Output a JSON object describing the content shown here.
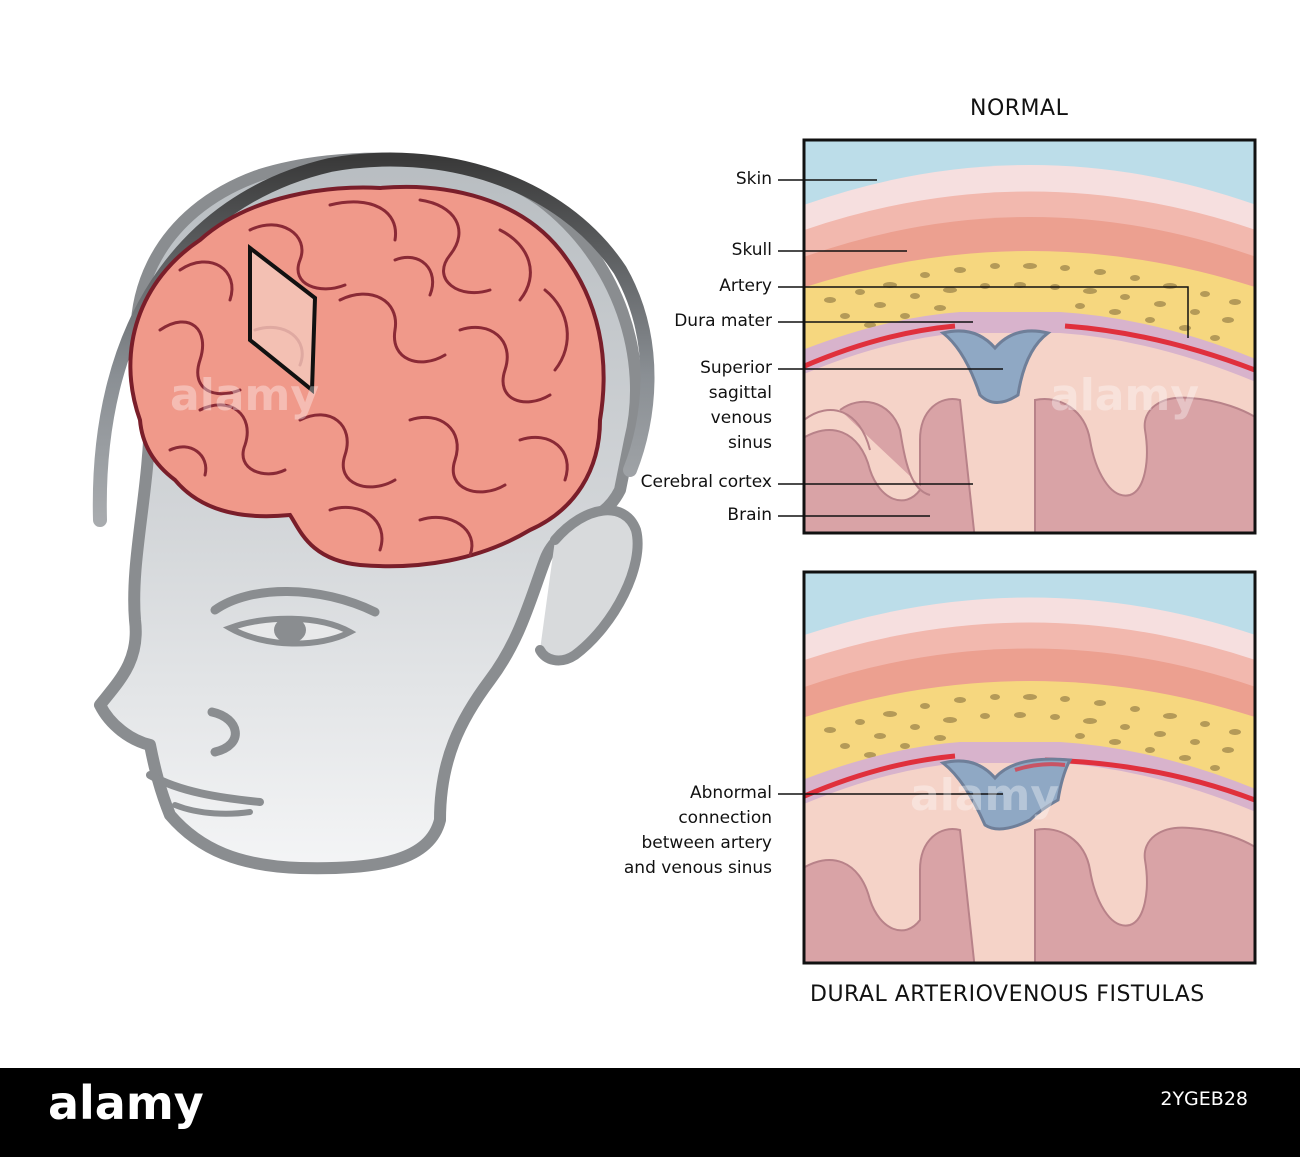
{
  "titles": {
    "normal": "NORMAL",
    "fistula": "DURAL ARTERIOVENOUS FISTULAS"
  },
  "labels": {
    "skin": "Skin",
    "skull": "Skull",
    "artery": "Artery",
    "dura_mater": "Dura mater",
    "sinus": [
      "Superior",
      "sagittal",
      "venous",
      "sinus"
    ],
    "cerebral_cortex": "Cerebral cortex",
    "brain": "Brain",
    "abnormal": [
      "Abnormal",
      "connection",
      "between artery",
      "and venous sinus"
    ]
  },
  "footer": {
    "brand": "alamy",
    "image_id": "2YGEB28"
  },
  "watermark": "alamy",
  "colors": {
    "skin_blue": "#bcdde9",
    "skin_light": "#f6dfdf",
    "skin_pink": "#f2b8ae",
    "skin_dark": "#eca090",
    "skull": "#f6d77f",
    "skull_spots": "#b49a58",
    "dura": "#d8b3cc",
    "sinus": "#8fa8c4",
    "artery": "#e0303c",
    "cortex": "#d9a3a6",
    "brain_bg": "#f5d3c8",
    "brain_pink": "#f0998a",
    "head_outline": "#808080"
  }
}
